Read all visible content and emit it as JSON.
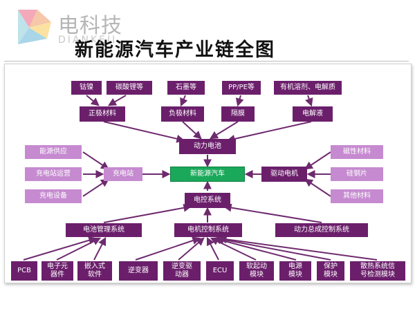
{
  "logo": {
    "cn": "电科技",
    "en": "DIANKEJI"
  },
  "title": "新能源汽车产业链全图",
  "colors": {
    "dark": "#6b1f6b",
    "light": "#c68ad0",
    "center": "#1aa85a",
    "line": "#6e2a6e"
  },
  "nodes": {
    "qiannie": "钴镍",
    "tansuanli": "碳酸锂等",
    "shimo": "石墨等",
    "pppe": "PP/PE等",
    "youji": "有机溶剂、电解质",
    "zhengji": "正极材料",
    "fuji": "负极材料",
    "gemo": "隔膜",
    "dianjieye": "电解液",
    "dongli": "动力电池",
    "xinnengyuan": "新能源汽车",
    "nengyuan": "能源供应",
    "chongdianzhan_yy": "充电站运营",
    "chongdian_sb": "充电设备",
    "chongdianzhan": "充电站",
    "qudong": "驱动电机",
    "cixing": "磁性材料",
    "guigangpian": "硅钢片",
    "qita": "其他材料",
    "diankong": "电控系统",
    "dianchi_gl": "电池管理系统",
    "dianji_kz": "电机控制系统",
    "dongli_zc": "动力总成控制系统",
    "pcb": "PCB",
    "dianzi": "电子元\n器件",
    "qianru": "嵌入式\n软件",
    "nibian": "逆变器",
    "nibian_qd": "逆变驱\n动器",
    "ecu": "ECU",
    "ruanqidong": "软起动\n模块",
    "dianyuan": "电源\n模块",
    "baohu": "保护\n模块",
    "sanre": "散热系统信\n号检测模块"
  }
}
